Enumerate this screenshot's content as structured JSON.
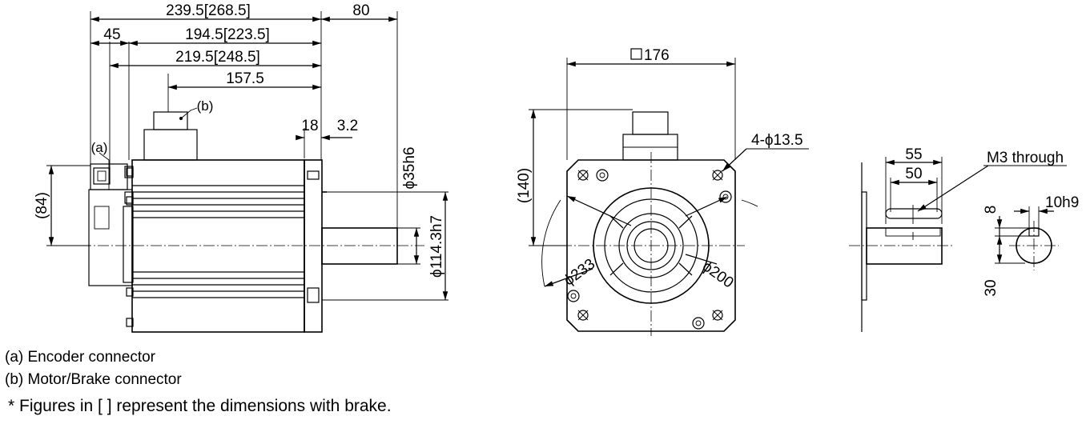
{
  "side_view": {
    "dims": {
      "overall": "239.5[268.5]",
      "shaft_len": "80",
      "encoder_offset": "45",
      "body_to_flange_a": "194.5[223.5]",
      "body_to_flange_b": "219.5[248.5]",
      "connector_to_flange": "157.5",
      "flange_thk": "18",
      "shoulder": "3.2",
      "height": "(84)",
      "shaft_dia": "ϕ35h6",
      "pilot_dia": "ϕ114.3h7"
    },
    "labels": {
      "a": "(a)",
      "b": "(b)"
    }
  },
  "front_view": {
    "dims": {
      "square": "176",
      "height": "(140)",
      "holes": "4-ϕ13.5",
      "bolt_circle": "ϕ233",
      "pilot": "ϕ200"
    }
  },
  "shaft_detail": {
    "dims": {
      "keyway_total": "55",
      "keyway_len": "50",
      "thread": "M3 through",
      "key_height": "8",
      "key_width": "10h9",
      "shaft_height": "30"
    }
  },
  "notes": [
    "(a) Encoder connector",
    "(b) Motor/Brake connector",
    "* Figures in [  ] represent the dimensions with brake."
  ]
}
